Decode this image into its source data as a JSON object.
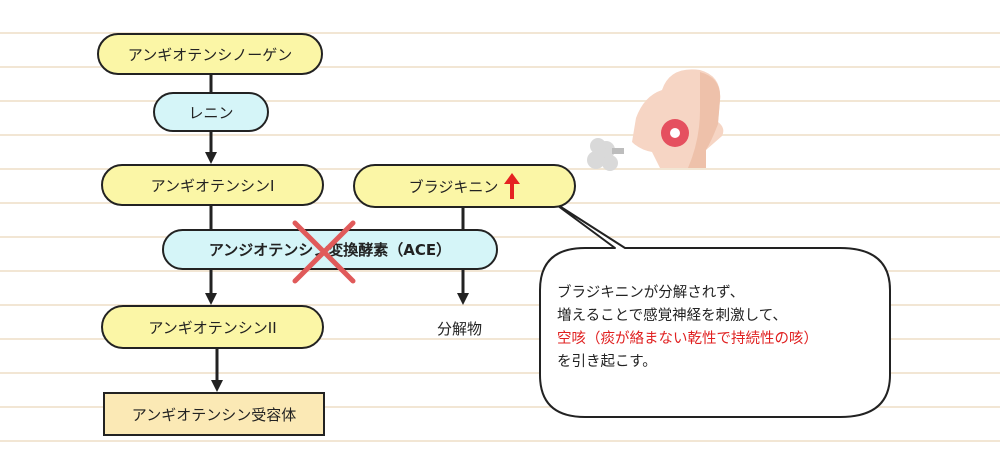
{
  "nodes": {
    "angiotensinogen": "アンギオテンシノーゲン",
    "renin": "レニン",
    "angiotensin1": "アンギオテンシンI",
    "bradykinin": "ブラジキニン",
    "ace": "アンジオテンシン変換酵素（ACE）",
    "angiotensin2": "アンギオテンシンII",
    "receptor": "アンギオテンシン受容体",
    "breakdown": "分解物"
  },
  "bubble": {
    "line1": "ブラジキニンが分解されず、",
    "line2": "増えることで感覚神経を刺激して、",
    "line3": "空咳（痰が絡まない乾性で持続性の咳）",
    "line4": "を引き起こす。"
  },
  "colors": {
    "node_yellow": "#fbf6a6",
    "node_blue": "#d5f5f8",
    "node_rect": "#fbe9b5",
    "inhibit_cross": "#e05a5a",
    "increase_arrow": "#e52222",
    "emphasis_text": "#e02020",
    "line": "#222222"
  },
  "icons": {
    "increase": "up-arrow-icon",
    "inhibit": "x-mark-icon",
    "cough": "coughing-face-icon"
  }
}
